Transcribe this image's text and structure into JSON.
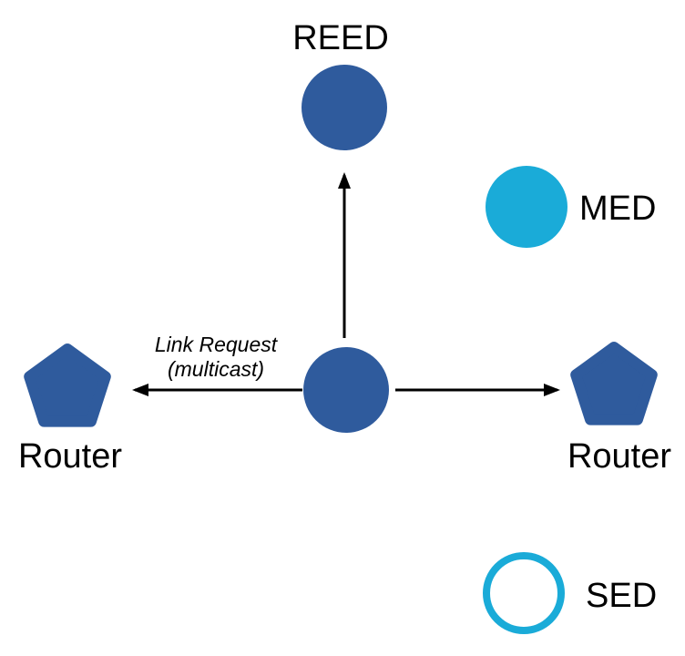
{
  "diagram": {
    "description": "Thread network topology diagram showing a center router candidate multicasting a Link Request to neighboring routers, with device-type legend nodes",
    "colors": {
      "router_blue": "#2F5B9D",
      "end_device_cyan": "#1AABD8",
      "arrow_black": "#000000",
      "text_black": "#000000",
      "background": "#ffffff"
    },
    "nodes": {
      "reed": {
        "label": "REED",
        "shape": "filled-circle-blue"
      },
      "med": {
        "label": "MED",
        "shape": "filled-circle-cyan"
      },
      "sed": {
        "label": "SED",
        "shape": "outlined-circle-cyan"
      },
      "router_left": {
        "label": "Router",
        "shape": "pentagon-blue"
      },
      "router_right": {
        "label": "Router",
        "shape": "pentagon-blue"
      },
      "center": {
        "label": "",
        "shape": "filled-circle-blue"
      }
    },
    "annotation": {
      "line1": "Link Request",
      "line2": "(multicast)"
    },
    "edges": [
      {
        "from": "center",
        "to": "reed",
        "style": "arrow"
      },
      {
        "from": "center",
        "to": "router_left",
        "style": "arrow",
        "label": "Link Request (multicast)"
      },
      {
        "from": "center",
        "to": "router_right",
        "style": "arrow"
      }
    ]
  }
}
